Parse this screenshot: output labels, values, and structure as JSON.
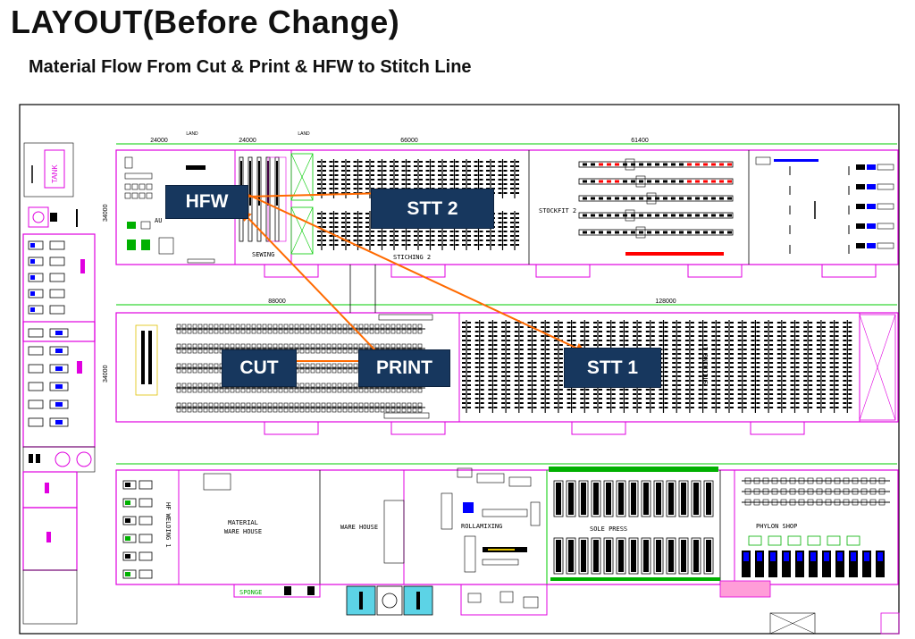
{
  "title": "LAYOUT(Before Change)",
  "subtitle": "Material Flow From Cut & Print & HFW to Stitch Line",
  "nodes": {
    "hfw": "HFW",
    "stt2": "STT 2",
    "cut": "CUT",
    "print": "PRINT",
    "stt1": "STT 1"
  },
  "dimensions": {
    "top_a": "24000",
    "top_b": "24000",
    "top_c": "66000",
    "top_d": "61400",
    "mid_a": "88000",
    "mid_b": "128000",
    "side_top": "34000",
    "side_mid": "34000",
    "small_a": "LAND",
    "small_b": "LAND"
  },
  "areas": {
    "tank": "TANK",
    "sewing": "SEWING",
    "auto": "AU",
    "stitching2": "STICHING 2",
    "stockfit2": "STOCKFIT 2",
    "stitching1": "STICHING 1",
    "hf_welding": "HF WELDING 1",
    "material_warehouse_1": "MATERIAL",
    "material_warehouse_2": "WARE HOUSE",
    "warehouse": "WARE HOUSE",
    "rollamixing": "ROLLAMIXING",
    "sole_press": "SOLE PRESS",
    "phylon_shop": "PHYLON SHOP",
    "sponge": "SPONGE"
  },
  "colors": {
    "wall": "#e000e0",
    "dimension_line": "#00cc00",
    "machine": "#000000",
    "node_fill": "#17375e",
    "flow_arrow": "#ff6a00",
    "accent_red": "#ff0000",
    "accent_blue": "#0000ff"
  },
  "flow_arrows": [
    {
      "from": "HFW",
      "to": "STT 2"
    },
    {
      "from": "HFW",
      "to": "STT 1"
    },
    {
      "from": "CUT",
      "to": "PRINT"
    },
    {
      "from": "PRINT",
      "to": "HFW"
    }
  ]
}
